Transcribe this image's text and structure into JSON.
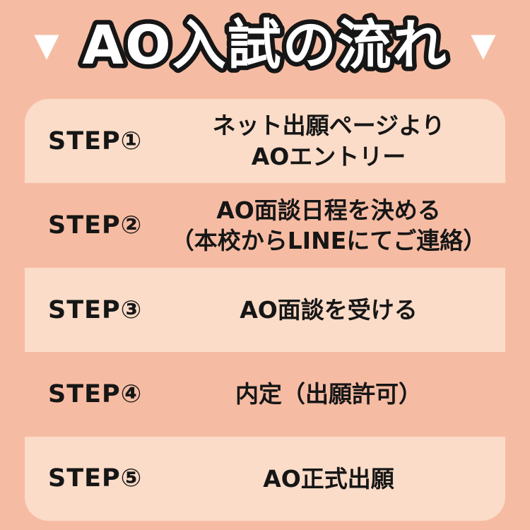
{
  "title": {
    "arrow": "▼",
    "text": "AO入試の流れ"
  },
  "steps": [
    {
      "label": "STEP①",
      "line1": "ネット出願ページより",
      "line2": "AOエントリー"
    },
    {
      "label": "STEP②",
      "line1": "AO面談日程を決める",
      "line2": "（本校からLINEにてご連絡）"
    },
    {
      "label": "STEP③",
      "line1": "AO面談を受ける",
      "line2": ""
    },
    {
      "label": "STEP④",
      "line1": "内定（出願許可）",
      "line2": ""
    },
    {
      "label": "STEP⑤",
      "line1": "AO正式出願",
      "line2": ""
    }
  ],
  "colors": {
    "background": "#F6BCA3",
    "panel": "#FBDCC8",
    "stripe": "#F6BCA3",
    "text": "#161616",
    "title_fill": "#FFFFFF",
    "title_outline": "#161616"
  }
}
